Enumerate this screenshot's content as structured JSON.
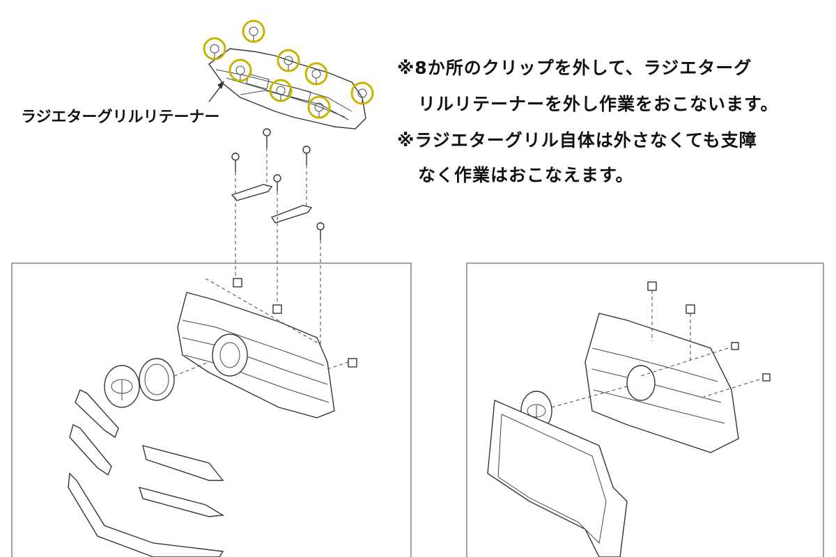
{
  "labels": {
    "retainer": "ラジエターグリルリテーナー"
  },
  "notes": [
    "※8か所のクリップを外して、ラジエターグ",
    "リルリテーナーを外し作業をおこないます。",
    "※ラジエターグリル自体は外さなくても支障",
    "なく作業はおこなえます。"
  ],
  "colors": {
    "highlight": "#c8b400",
    "line": "#333333"
  }
}
